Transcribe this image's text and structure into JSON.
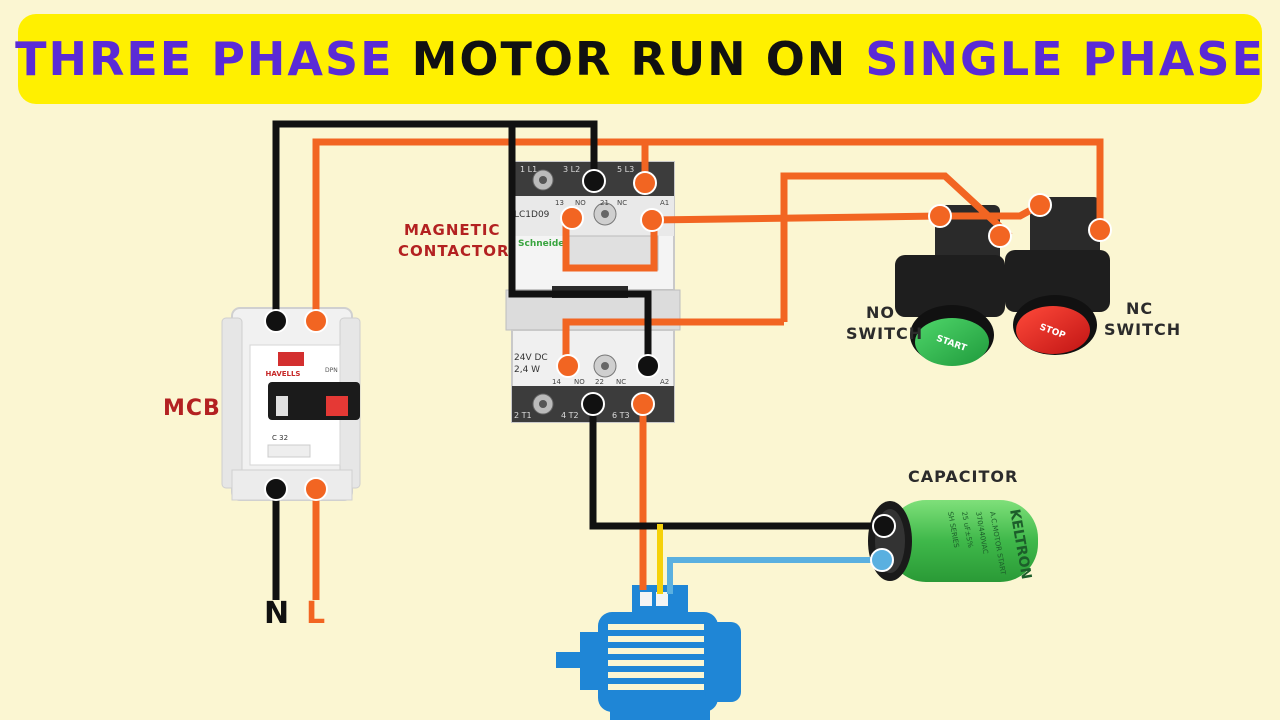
{
  "title": {
    "part1": "THREE PHASE",
    "part2": " MOTOR RUN ON ",
    "part3": "SINGLE PHASE"
  },
  "labels": {
    "mcb": "MCB",
    "contactor_line1": "MAGNETIC",
    "contactor_line2": "CONTACTOR",
    "no_switch_line1": "NO",
    "no_switch_line2": "SWITCH",
    "nc_switch_line1": "NC",
    "nc_switch_line2": "SWITCH",
    "capacitor": "CAPACITOR",
    "neutral": "N",
    "live": "L"
  },
  "mcb_device": {
    "brand": "HAVELLS",
    "rating": "C 32",
    "type": "DPN"
  },
  "contactor_device": {
    "model": "LC1D09",
    "brand": "Schneider",
    "coil_voltage": "24V DC",
    "coil_power": "2,4 W",
    "top_terminals": [
      "1 L1",
      "3 L2",
      "5 L3"
    ],
    "aux_top_terminals": [
      "13",
      "NO",
      "21",
      "NC",
      "A1"
    ],
    "aux_bottom_terminals": [
      "14",
      "NO",
      "22",
      "NC",
      "A2"
    ],
    "bottom_terminals": [
      "2 T1",
      "4 T2",
      "6 T3"
    ]
  },
  "buttons": {
    "start": "START",
    "stop": "STOP"
  },
  "capacitor_device": {
    "brand": "KELTRON",
    "text_lines": [
      "A.C.MOTOR START",
      "370/440VAC",
      "25 uF±5%",
      "SH SERIES"
    ]
  },
  "colors": {
    "title_bg": "#fff000",
    "title_highlight": "#5a2bd6",
    "background": "#fbf6d2",
    "wire_live": "#f26522",
    "wire_neutral": "#111111",
    "wire_capacitor": "#5ab0e0",
    "wire_yellow": "#f5d10a",
    "motor": "#1f86d6",
    "capacitor": "#49c04a",
    "start_button": "#2bb24c",
    "stop_button": "#e02424",
    "label_red": "#b32121"
  }
}
